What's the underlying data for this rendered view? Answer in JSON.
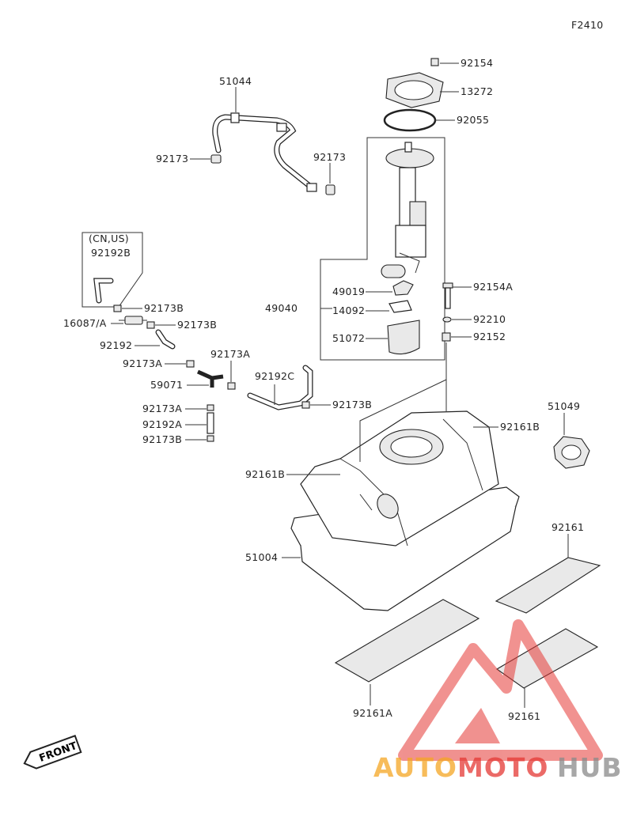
{
  "diagram": {
    "code": "F2410",
    "labels": {
      "l51044": "51044",
      "l92173_top_left": "92173",
      "l92173_top_right": "92173",
      "l92154": "92154",
      "l13272": "13272",
      "l92055": "92055",
      "lcnus": "(CN,US)",
      "l92192B": "92192B",
      "l92173B_1": "92173B",
      "l16087A": "16087/A",
      "l92173B_2": "92173B",
      "l92192": "92192",
      "l92173A_1": "92173A",
      "l92173A_2": "92173A",
      "l59071": "59071",
      "l92192C": "92192C",
      "l92173B_3": "92173B",
      "l92173A_3": "92173A",
      "l92192A": "92192A",
      "l92173B_4": "92173B",
      "l49040": "49040",
      "l49019": "49019",
      "l14092": "14092",
      "l51072": "51072",
      "l92154A": "92154A",
      "l92210": "92210",
      "l92152": "92152",
      "l92161B_1": "92161B",
      "l51049": "51049",
      "l92161B_2": "92161B",
      "l51004": "51004",
      "l92161_1": "92161",
      "l92161A": "92161A",
      "l92161_2": "92161"
    },
    "front_label": "FRONT"
  },
  "watermark": {
    "brand_auto": "AUTO",
    "brand_moto": "MOTO",
    "brand_hub": "HUB",
    "color_red": "#e53935",
    "color_orange": "#f5a623",
    "color_gray": "#8a8a8a"
  }
}
